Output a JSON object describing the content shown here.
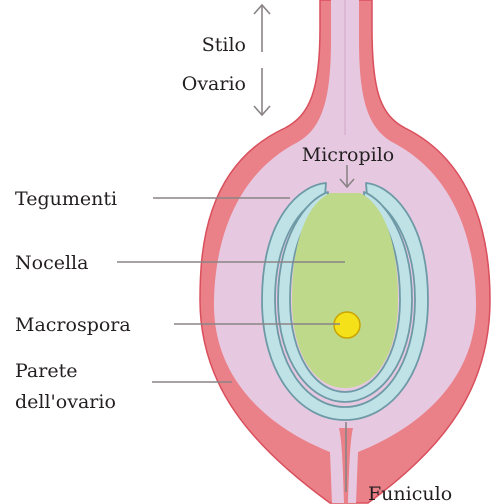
{
  "labels": {
    "stilo": "Stilo",
    "ovario": "Ovario",
    "micropilo": "Micropilo",
    "tegumenti": "Tegumenti",
    "nocella": "Nocella",
    "macrospora": "Macrospora",
    "parete_line1": "Parete",
    "parete_line2": "dell'ovario",
    "funiculo": "Funiculo"
  },
  "colors": {
    "ovary_wall": "#ea8088",
    "ovary_wall_stroke": "#d94f5c",
    "ovary_cavity": "#e6c9e1",
    "integument": "#bfe2e6",
    "integument_stroke": "#6d9aa6",
    "nucellus": "#bfd98a",
    "macrospore": "#f5e11a",
    "macrospore_stroke": "#c9a400",
    "leader_line": "#8a8486",
    "text": "#231f20"
  }
}
